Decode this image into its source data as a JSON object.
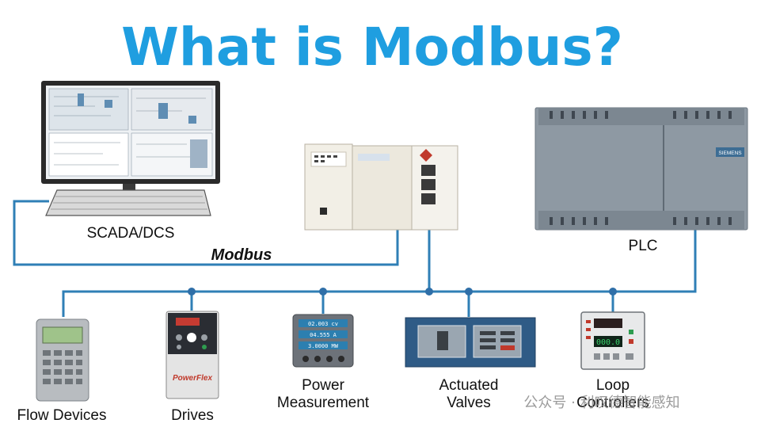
{
  "title": "What is Modbus?",
  "bus_label": "Modbus",
  "nodes": {
    "scada": "SCADA/DCS",
    "plc": "PLC",
    "flow": "Flow Devices",
    "drives": "Drives",
    "power": [
      "Power",
      "Measurement"
    ],
    "valves": [
      "Actuated",
      "Valves"
    ],
    "loop": [
      "Loop",
      "Controllers"
    ]
  },
  "device_text": {
    "plc_brand": "SIEMENS",
    "drive_brand": "PowerFlex",
    "meter_readings": [
      "02.003 cv",
      "04.555 A",
      "3.0000 MW"
    ],
    "controller_reading": "000.0"
  },
  "watermark": "公众号 · 利叹德智能感知",
  "colors": {
    "title": "#1f9ee0",
    "bus_line": "#2f7fb6",
    "node_dot": "#2f6fa8"
  }
}
